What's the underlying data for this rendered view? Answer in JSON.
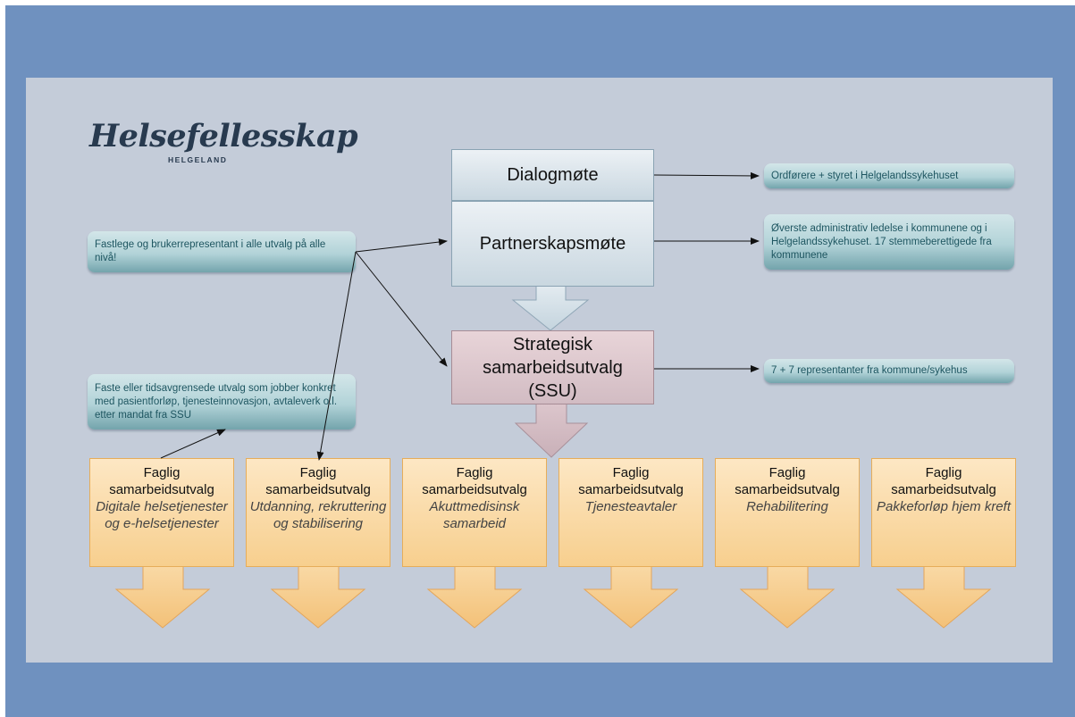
{
  "logo": {
    "name": "Helsefellesskap",
    "sub": "HELGELAND"
  },
  "main_boxes": {
    "dialog": "Dialogmøte",
    "partner": "Partnerskapsmøte",
    "ssu": [
      "Strategisk",
      "samarbeidsutvalg",
      "(SSU)"
    ]
  },
  "notes": {
    "dialog": "Ordførere + styret i Helgelandssykehuset",
    "partner": "Øverste administrativ ledelse i kommunene og i Helgelandssykehuset. 17 stemmeberettigede fra kommunene",
    "ssu": "7 + 7 representanter fra kommune/sykehus",
    "fastlege": "Fastlege og brukerrepresentant i alle utvalg på alle nivå!",
    "faste": "Faste eller tidsavgrensede utvalg som jobber konkret med pasientforløp, tjenesteinnovasjon, avtaleverk o.l. etter mandat fra SSU"
  },
  "committees": [
    {
      "line1": "Faglig",
      "line2": "samarbeidsutvalg",
      "topic": "Digitale helsetjenester og e-helsetjenester"
    },
    {
      "line1": "Faglig",
      "line2": "samarbeidsutvalg",
      "topic": "Utdanning, rekruttering og stabilisering"
    },
    {
      "line1": "Faglig",
      "line2": "samarbeidsutvalg",
      "topic": "Akuttmedisinsk samarbeid"
    },
    {
      "line1": "Faglig",
      "line2": "samarbeidsutvalg",
      "topic": "Tjenesteavtaler"
    },
    {
      "line1": "Faglig",
      "line2": "samarbeidsutvalg",
      "topic": "Rehabilitering"
    },
    {
      "line1": "Faglig",
      "line2": "samarbeidsutvalg",
      "topic": "Pakkeforløp hjem kreft"
    }
  ],
  "colors": {
    "frame": "#6f91bf",
    "slide": "#c4ccd9",
    "note_text": "#1d5560",
    "committee_fill": "#f7cf8e",
    "ssu_fill": "#d2bcc3"
  }
}
